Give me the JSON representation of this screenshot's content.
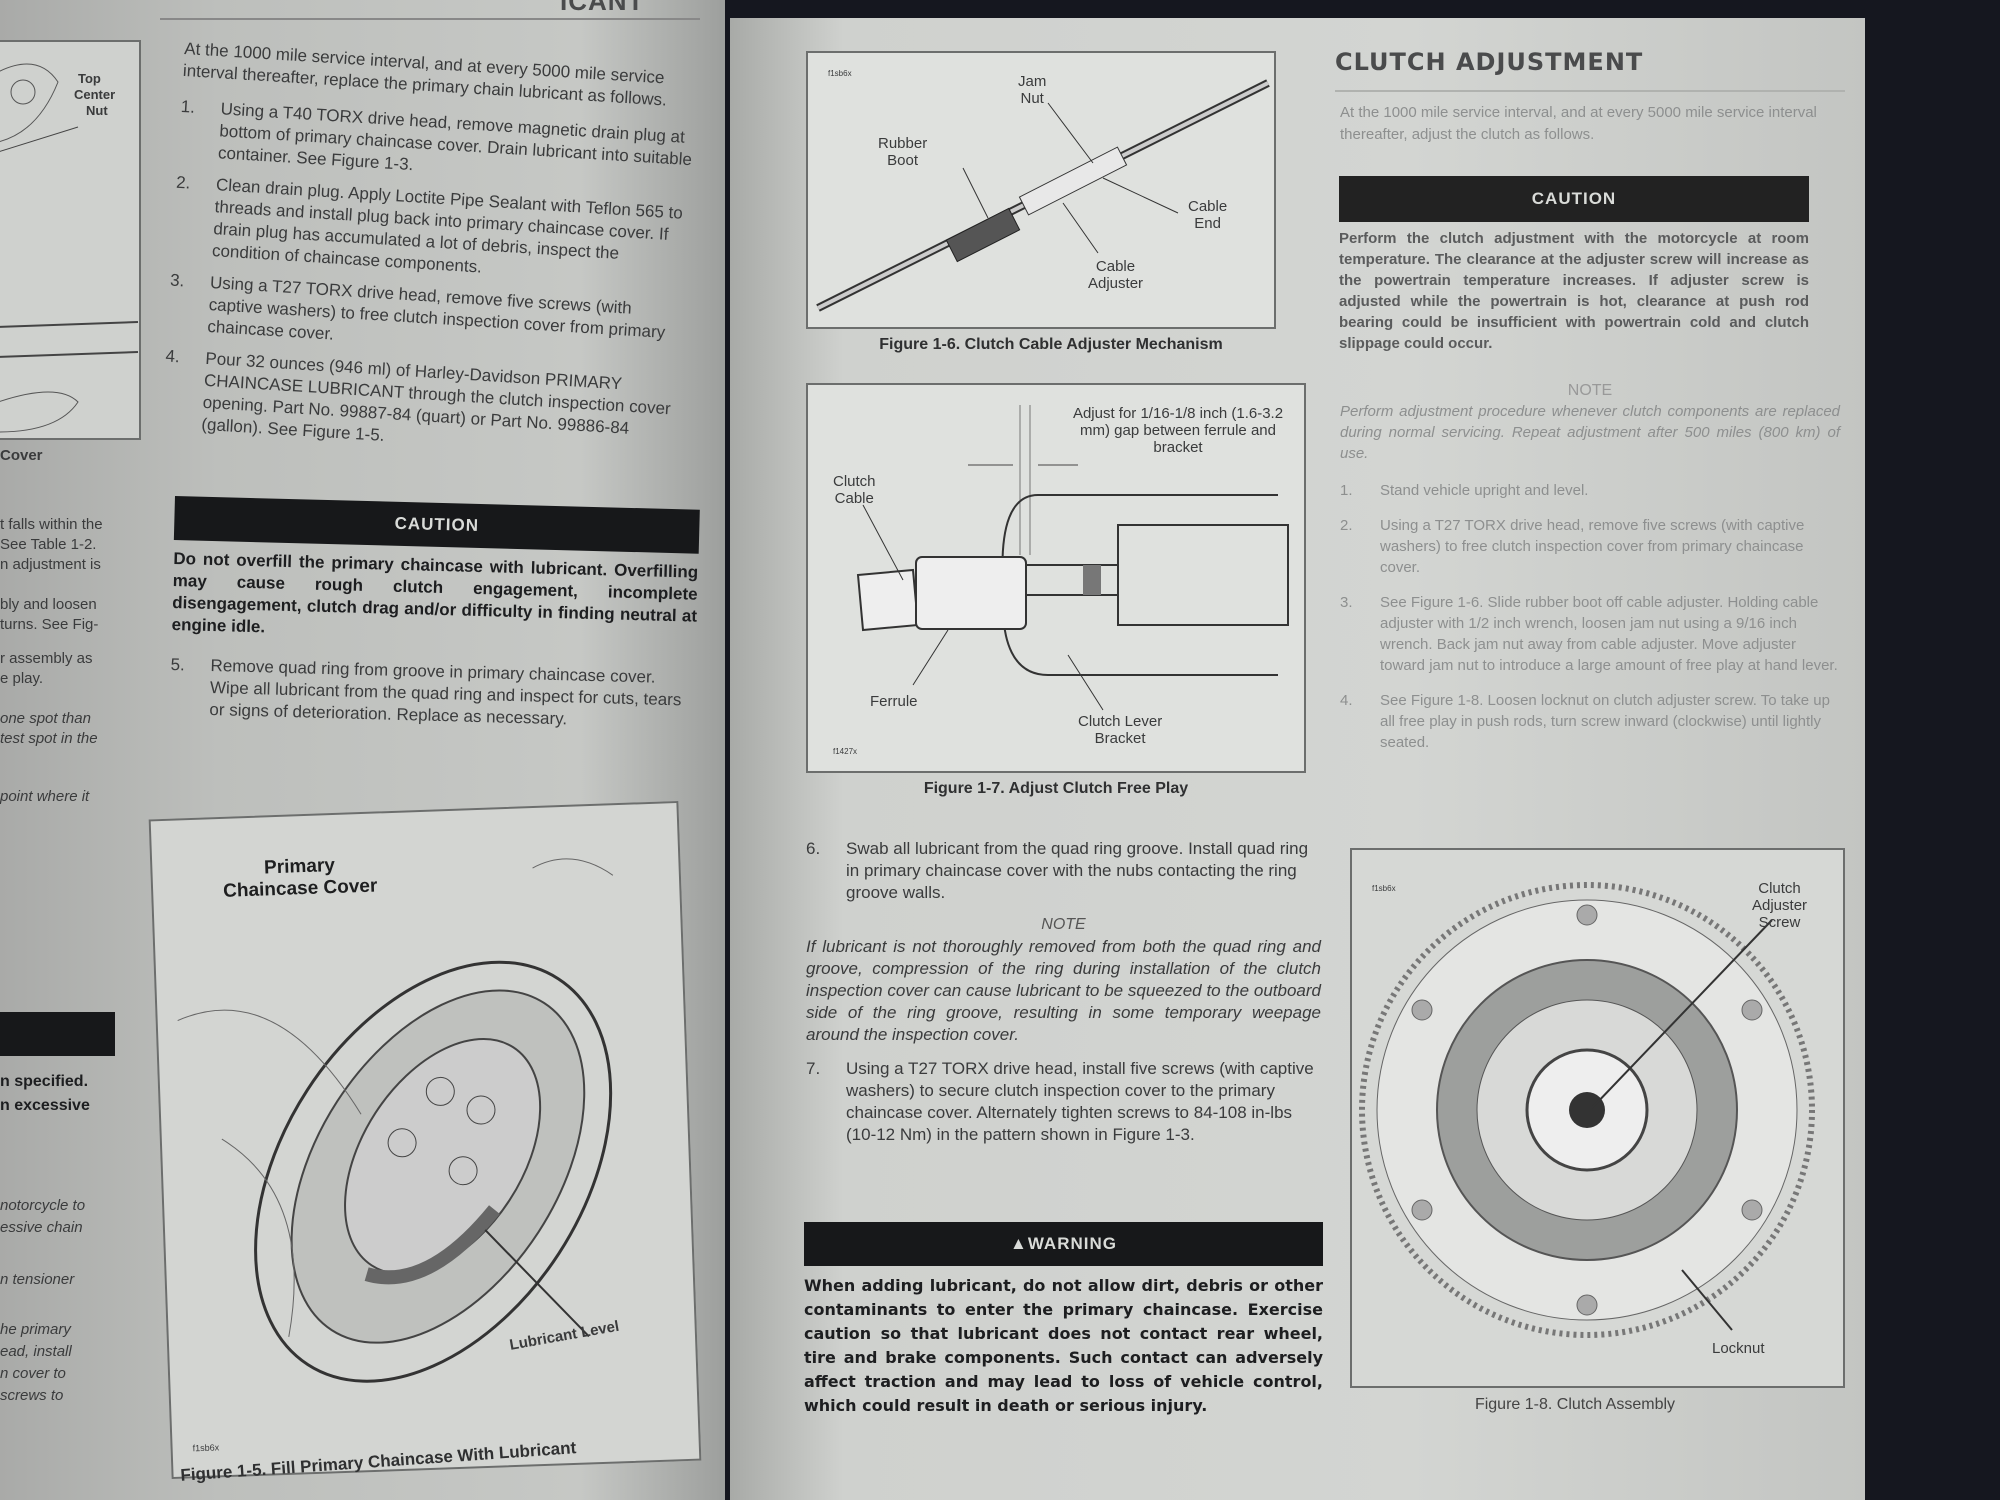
{
  "left_page": {
    "heading_fragment": "ICANT",
    "edge_fragments": [
      "Top",
      "Center",
      "Nut",
      "Cover",
      "t falls within the",
      "See Table 1-2.",
      "n adjustment is",
      "bly and loosen",
      "turns. See Fig-",
      "r assembly as",
      "e play.",
      "one spot than",
      "test spot in the",
      "point where it",
      "n specified.",
      "n excessive",
      "notorcycle to",
      "essive chain",
      "n tensioner",
      "he primary",
      "ead, install",
      "n cover to",
      "screws to"
    ],
    "intro": "At the 1000 mile service interval, and at every 5000 mile service interval thereafter, replace the primary chain lubricant as follows.",
    "steps": [
      {
        "n": "1.",
        "text": "Using a T40 TORX drive head, remove magnetic drain plug at bottom of primary chaincase cover. Drain lubricant into suitable container. See Figure 1-3."
      },
      {
        "n": "2.",
        "text": "Clean drain plug. Apply Loctite Pipe Sealant with Teflon 565 to threads and install plug back into primary chaincase cover. If drain plug has accumulated a lot of debris, inspect the condition of chaincase components."
      },
      {
        "n": "3.",
        "text": "Using a T27 TORX drive head, remove five screws (with captive washers) to free clutch inspection cover from primary chaincase cover."
      },
      {
        "n": "4.",
        "text": "Pour 32 ounces (946 ml) of Harley-Davidson PRIMARY CHAINCASE LUBRICANT through the clutch inspection cover opening. Part No. 99887-84 (quart) or Part No. 99886-84 (gallon). See Figure 1-5."
      }
    ],
    "caution_label": "CAUTION",
    "caution_text": "Do not overfill the primary chaincase with lubricant. Overfilling may cause rough clutch engagement, incomplete disengagement, clutch drag and/or difficulty in finding neutral at engine idle.",
    "step5": {
      "n": "5.",
      "text": "Remove quad ring from groove in primary chaincase cover. Wipe all lubricant from the quad ring and inspect for cuts, tears or signs of deterioration. Replace as necessary."
    },
    "figure": {
      "title_line1": "Primary",
      "title_line2": "Chaincase Cover",
      "label": "Lubricant Level",
      "code": "f1sb6x",
      "caption": "Figure 1-5. Fill Primary Chaincase With Lubricant"
    }
  },
  "right_page": {
    "fig16": {
      "labels": {
        "jam_nut": "Jam\nNut",
        "rubber_boot": "Rubber\nBoot",
        "cable_end": "Cable\nEnd",
        "cable_adjuster": "Cable\nAdjuster"
      },
      "code": "f1sb6x",
      "caption": "Figure 1-6. Clutch Cable Adjuster Mechanism"
    },
    "fig17": {
      "labels": {
        "adjust": "Adjust for 1/16-1/8 inch (1.6-3.2 mm) gap between ferrule and bracket",
        "clutch_cable": "Clutch\nCable",
        "ferrule": "Ferrule",
        "bracket": "Clutch Lever\nBracket"
      },
      "code": "f1427x",
      "caption": "Figure 1-7. Adjust Clutch Free Play"
    },
    "step6": {
      "n": "6.",
      "text": "Swab all lubricant from the quad ring groove. Install quad ring in primary chaincase cover with the nubs contacting the ring groove walls."
    },
    "note1_label": "NOTE",
    "note1_text": "If lubricant is not thoroughly removed from both the quad ring and groove, compression of the ring during installation of the clutch inspection cover can cause lubricant to be squeezed to the outboard side of the ring groove, resulting in some temporary weepage around the inspection cover.",
    "step7": {
      "n": "7.",
      "text": "Using a T27 TORX drive head, install five screws (with captive washers) to secure clutch inspection cover to the primary chaincase cover. Alternately tighten screws to 84-108 in-lbs (10-12 Nm) in the pattern shown in Figure 1-3."
    },
    "warning_label": "WARNING",
    "warning_text": "When adding lubricant, do not allow dirt, debris or other contaminants to enter the primary chaincase. Exercise caution so that lubricant does not contact rear wheel, tire and brake components. Such contact can adversely affect traction and may lead to loss of vehicle control, which could result in death or serious injury.",
    "section_title": "CLUTCH ADJUSTMENT",
    "section_intro": "At the 1000 mile service interval, and at every 5000 mile service interval thereafter, adjust the clutch as follows.",
    "caution_label": "CAUTION",
    "caution_text": "Perform the clutch adjustment with the motorcycle at room temperature. The clearance at the adjuster screw will increase as the powertrain temperature increases. If adjuster screw is adjusted while the powertrain is hot, clearance at push rod bearing could be insufficient with powertrain cold and clutch slippage could occur.",
    "note2_label": "NOTE",
    "note2_text": "Perform adjustment procedure whenever clutch components are replaced during normal servicing. Repeat adjustment after 500 miles (800 km) of use.",
    "steps": [
      {
        "n": "1.",
        "text": "Stand vehicle upright and level."
      },
      {
        "n": "2.",
        "text": "Using a T27 TORX drive head, remove five screws (with captive washers) to free clutch inspection cover from primary chaincase cover."
      },
      {
        "n": "3.",
        "text": "See Figure 1-6. Slide rubber boot off cable adjuster. Holding cable adjuster with 1/2 inch wrench, loosen jam nut using a 9/16 inch wrench. Back jam nut away from cable adjuster. Move adjuster toward jam nut to introduce a large amount of free play at hand lever."
      },
      {
        "n": "4.",
        "text": "See Figure 1-8. Loosen locknut on clutch adjuster screw. To take up all free play in push rods, turn screw inward (clockwise) until lightly seated."
      }
    ],
    "fig18": {
      "labels": {
        "screw": "Clutch\nAdjuster\nScrew",
        "locknut": "Locknut"
      },
      "code": "f1sb6x",
      "caption": "Figure 1-8. Clutch Assembly"
    }
  }
}
